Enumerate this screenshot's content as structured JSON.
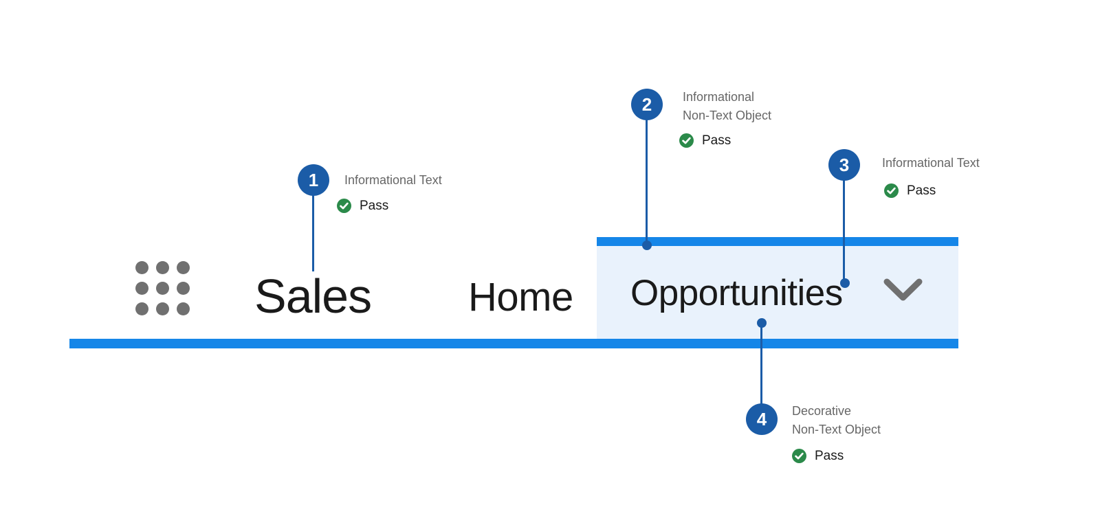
{
  "app_bar": {
    "app_name": "Sales",
    "nav_items": [
      {
        "label": "Home",
        "selected": false
      },
      {
        "label": "Opportunities",
        "selected": true
      }
    ]
  },
  "callouts": [
    {
      "number": "1",
      "label_lines": [
        "Informational Text"
      ],
      "status": "Pass"
    },
    {
      "number": "2",
      "label_lines": [
        "Informational",
        "Non-Text Object"
      ],
      "status": "Pass"
    },
    {
      "number": "3",
      "label_lines": [
        "Informational Text"
      ],
      "status": "Pass"
    },
    {
      "number": "4",
      "label_lines": [
        "Decorative",
        "Non-Text Object"
      ],
      "status": "Pass"
    }
  ],
  "icons": {
    "app_launcher": "waffle-grid-icon",
    "nav_dropdown": "chevron-down-icon",
    "status_pass": "check-circle-icon"
  },
  "colors": {
    "accent_blue": "#1586e8",
    "callout_blue": "#1b5ca7",
    "tab_background": "#e9f2fc",
    "pass_green": "#2b8a4a",
    "icon_gray": "#707070",
    "label_gray": "#666666",
    "text_black": "#1a1a1a"
  }
}
